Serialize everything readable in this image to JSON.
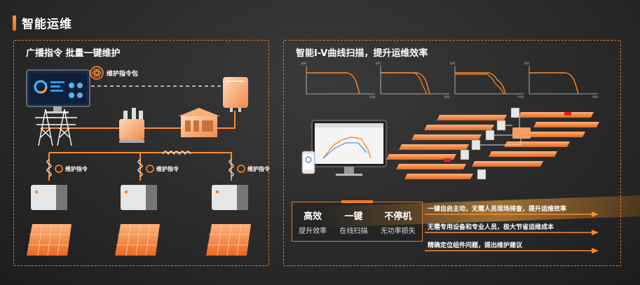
{
  "page": {
    "title": "智能运维"
  },
  "left_panel": {
    "title": "广播指令  批量一键维护",
    "package_label": "维护指令包",
    "command_labels": [
      "维护指令",
      "维护指令",
      "维护指令"
    ]
  },
  "right_panel": {
    "title": "智能I-V曲线扫描，提升运维效率",
    "iv_charts": [
      {
        "ylabel": "I(A)",
        "xlabel": "V(V)"
      },
      {
        "ylabel": "I(A)",
        "xlabel": "V(V)"
      },
      {
        "ylabel": "I(A)",
        "xlabel": "V(V)"
      },
      {
        "ylabel": "I(A)",
        "xlabel": "V(V)"
      }
    ],
    "features": [
      {
        "title": "高效",
        "sub": "提升效率"
      },
      {
        "title": "一键",
        "sub": "在线扫描"
      },
      {
        "title": "不停机",
        "sub": "无功率损失"
      }
    ],
    "bullets": [
      "一键自启主动，无需人员现场排查，提升运维效率",
      "无需专用设备和专业人员，极大节省运维成本",
      "精确定位组件问题，提出维护建议"
    ]
  },
  "colors": {
    "accent": "#e07b2a",
    "brand": "#ff7a1a"
  }
}
